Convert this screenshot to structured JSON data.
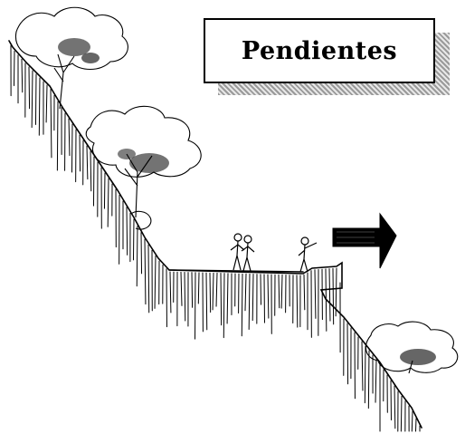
{
  "title": "Pendientes",
  "colors": {
    "ink": "#000000",
    "background": "#ffffff",
    "shadow": "#9a9a9a"
  },
  "elements": {
    "terrain": "sloped-hillside-with-terrace",
    "trees": 3,
    "people": 3,
    "arrow": "right"
  }
}
